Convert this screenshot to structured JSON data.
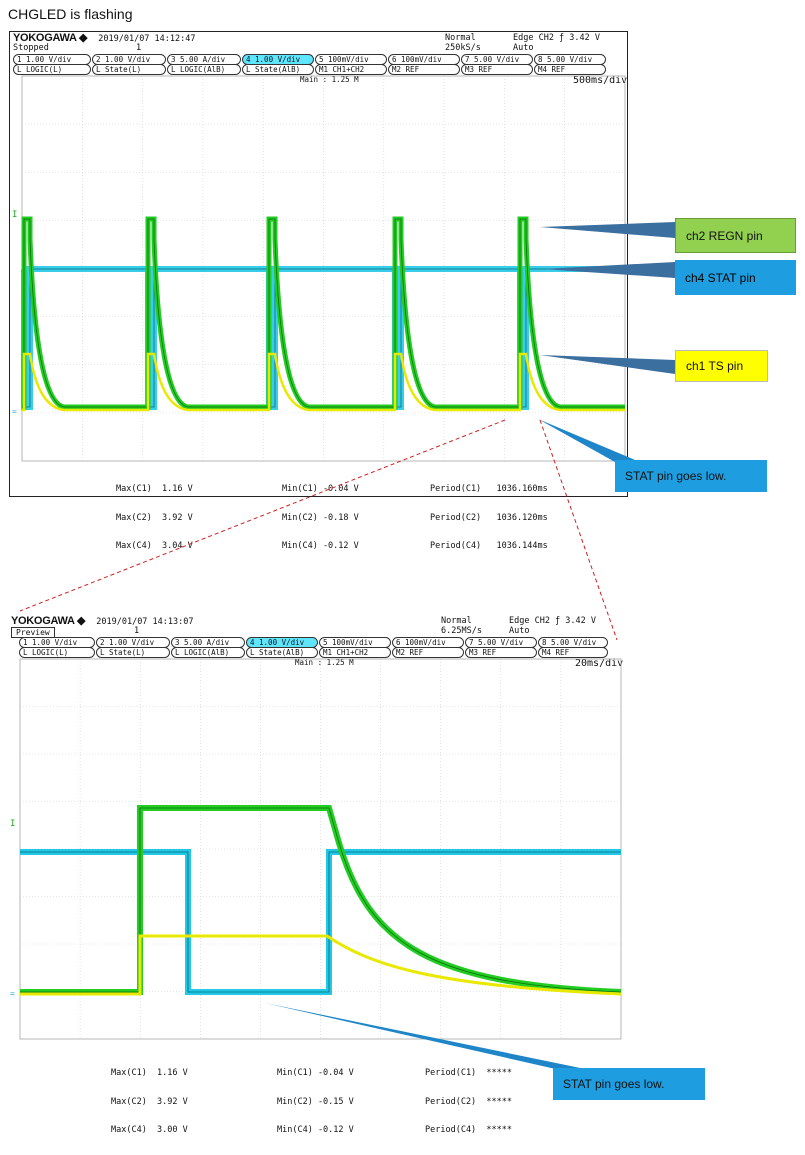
{
  "caption": "CHGLED is flashing",
  "colors": {
    "ch1": "#e8e800",
    "ch2": "#22cc22",
    "ch4": "#22c8e6",
    "grid": "#cfcfcf",
    "callout_green": "#92d050",
    "callout_blue": "#1e9ee0",
    "callout_yellow": "#ffff00"
  },
  "scope1": {
    "brand": "YOKOGAWA ◆",
    "datetime": "2019/01/07  14:12:47",
    "status": "Stopped",
    "count": "1",
    "mode": "Normal",
    "rate": "250kS/s",
    "trigger": "Edge CH2 ƒ 3.42 V",
    "trigmode": "Auto",
    "tabs_row1": [
      "1  1.00 V/div",
      "2  1.00 V/div",
      "3  5.00 A/div",
      "4  1.00 V/div",
      "5  100mV/div",
      "6  100mV/div",
      "7  5.00 V/div",
      "8  5.00 V/div"
    ],
    "tabs_row2": [
      "L  LOGIC(L)",
      "L  State(L)",
      "L  LOGIC(AlB)",
      "L  State(AlB)",
      "M1 CH1+CH2",
      "M2 REF",
      "M3 REF",
      "M4 REF"
    ],
    "zoom": "Main : 1.25 M",
    "timebase": "500ms/div",
    "meas_max": [
      "Max(C1)  1.16 V",
      "Max(C2)  3.92 V",
      "Max(C4)  3.04 V"
    ],
    "meas_min": [
      "Min(C1) -0.04 V",
      "Min(C2) -0.18 V",
      "Min(C4) -0.12 V"
    ],
    "meas_period": [
      "Period(C1)   1036.160ms",
      "Period(C2)   1036.120ms",
      "Period(C4)   1036.144ms"
    ]
  },
  "scope2": {
    "brand": "YOKOGAWA ◆",
    "datetime": "2019/01/07  14:13:07",
    "status": "Preview",
    "count": "1",
    "mode": "Normal",
    "rate": "6.25MS/s",
    "trigger": "Edge CH2 ƒ 3.42 V",
    "trigmode": "Auto",
    "tabs_row1": [
      "1  1.00 V/div",
      "2  1.00 V/div",
      "3  5.00 A/div",
      "4  1.00 V/div",
      "5  100mV/div",
      "6  100mV/div",
      "7  5.00 V/div",
      "8  5.00 V/div"
    ],
    "tabs_row2": [
      "L  LOGIC(L)",
      "L  State(L)",
      "L  LOGIC(AlB)",
      "L  State(AlB)",
      "M1 CH1+CH2",
      "M2 REF",
      "M3 REF",
      "M4 REF"
    ],
    "zoom": "Main : 1.25 M",
    "timebase": "20ms/div",
    "meas_max": [
      "Max(C1)  1.16 V",
      "Max(C2)  3.92 V",
      "Max(C4)  3.00 V"
    ],
    "meas_min": [
      "Min(C1) -0.04 V",
      "Min(C2) -0.15 V",
      "Min(C4) -0.12 V"
    ],
    "meas_period": [
      "Period(C1)  *****",
      "Period(C2)  *****",
      "Period(C4)  *****"
    ]
  },
  "callouts": {
    "ch2": "ch2    REGN pin",
    "ch4": "ch4    STAT pin",
    "ch1": "ch1    TS pin",
    "stat1": "STAT pin goes low.",
    "stat2": "STAT pin goes low."
  }
}
